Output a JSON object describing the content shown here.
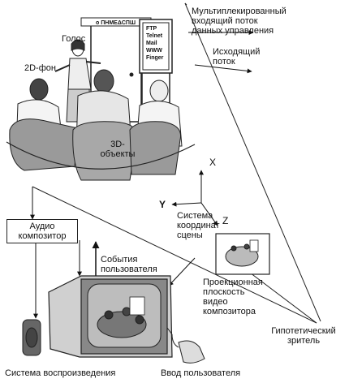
{
  "labels": {
    "voice": "Голос",
    "bg2d": "2D-фон",
    "objects3d_line1": "3D-",
    "objects3d_line2": "объекты",
    "mux_line1": "Мультиплекированный",
    "mux_line2": "входящий поток",
    "mux_line3": "данных управления",
    "out_line1": "Исходящий",
    "out_line2": "поток",
    "axis_x": "X",
    "axis_y": "Y",
    "axis_z": "Z",
    "scene_line1": "Система",
    "scene_line2": "координат",
    "scene_line3": "сцены",
    "audio_line1": "Аудио",
    "audio_line2": "композитор",
    "events_line1": "События",
    "events_line2": "пользователя",
    "proj_line1": "Проекционная",
    "proj_line2": "плоскость",
    "proj_line3": "видео",
    "proj_line4": "композитора",
    "viewer_line1": "Гипотетический",
    "viewer_line2": "зритель",
    "playback": "Система воспроизведения",
    "user_input": "Ввод пользователя"
  },
  "door_sign": "ο ΠΗΜΕΔCΠШ",
  "board": {
    "items": [
      "FTP",
      "Telnet",
      "Mail",
      "WWW",
      "Finger"
    ]
  }
}
